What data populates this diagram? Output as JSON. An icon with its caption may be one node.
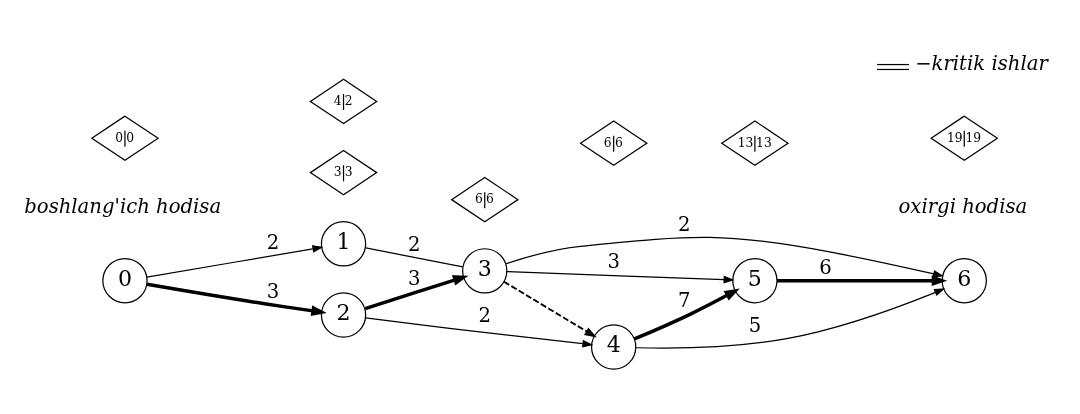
{
  "diagram": {
    "nodes": [
      {
        "text": [
          "0"
        ],
        "beside": [
          "boshlang'ich hodisa"
        ]
      },
      {
        "text": [
          "1"
        ]
      },
      {
        "text": [
          "2"
        ]
      },
      {
        "text": [
          "3"
        ]
      },
      {
        "text": [
          "4"
        ]
      },
      {
        "text": [
          "5"
        ]
      },
      {
        "text": [
          "6"
        ],
        "beside": [
          "oxirgi hodisa"
        ]
      },
      {
        "text": [
          "6",
          "6"
        ]
      },
      {
        "text": [
          "0",
          "0"
        ]
      },
      {
        "text": [
          "3",
          "3"
        ]
      },
      {
        "text": [
          "19",
          "19"
        ]
      },
      {
        "text": [
          "13",
          "13"
        ]
      },
      {
        "text": [
          "4",
          "2"
        ]
      },
      {
        "text": [
          "6",
          "6"
        ]
      }
    ],
    "edges": [
      {
        "from": 0,
        "to": 2,
        "arrow": "to",
        "label": "3",
        "style": "thick"
      },
      {
        "from": 0,
        "to": 1,
        "arrow": "to",
        "label": "2"
      },
      {
        "from": 2,
        "to": 4,
        "arrow": "to",
        "label": "2"
      },
      {
        "from": 2,
        "to": 3,
        "arrow": "to",
        "label": "3",
        "style": "thick"
      },
      {
        "from": 3,
        "to": 4,
        "arrow": "to",
        "style": "dashed"
      },
      {
        "from": 4,
        "to": 5,
        "arrow": "to",
        "label": "7",
        "style": "thick"
      },
      {
        "from": 4,
        "to": 6,
        "arrow": "to",
        "label": "5"
      },
      {
        "from": 5,
        "to": 6,
        "arrow": "to",
        "label": "6",
        "style": "thick"
      },
      {
        "from": 1,
        "to": 3,
        "arrow": "none",
        "label": "2"
      },
      {
        "from": 3,
        "to": 5,
        "arrow": "to",
        "label": "3"
      },
      {
        "from": 3,
        "to": 6,
        "arrow": "to",
        "label": "2"
      }
    ],
    "legend": [
      {
        "text": "−kritik ishlar"
      }
    ]
  }
}
